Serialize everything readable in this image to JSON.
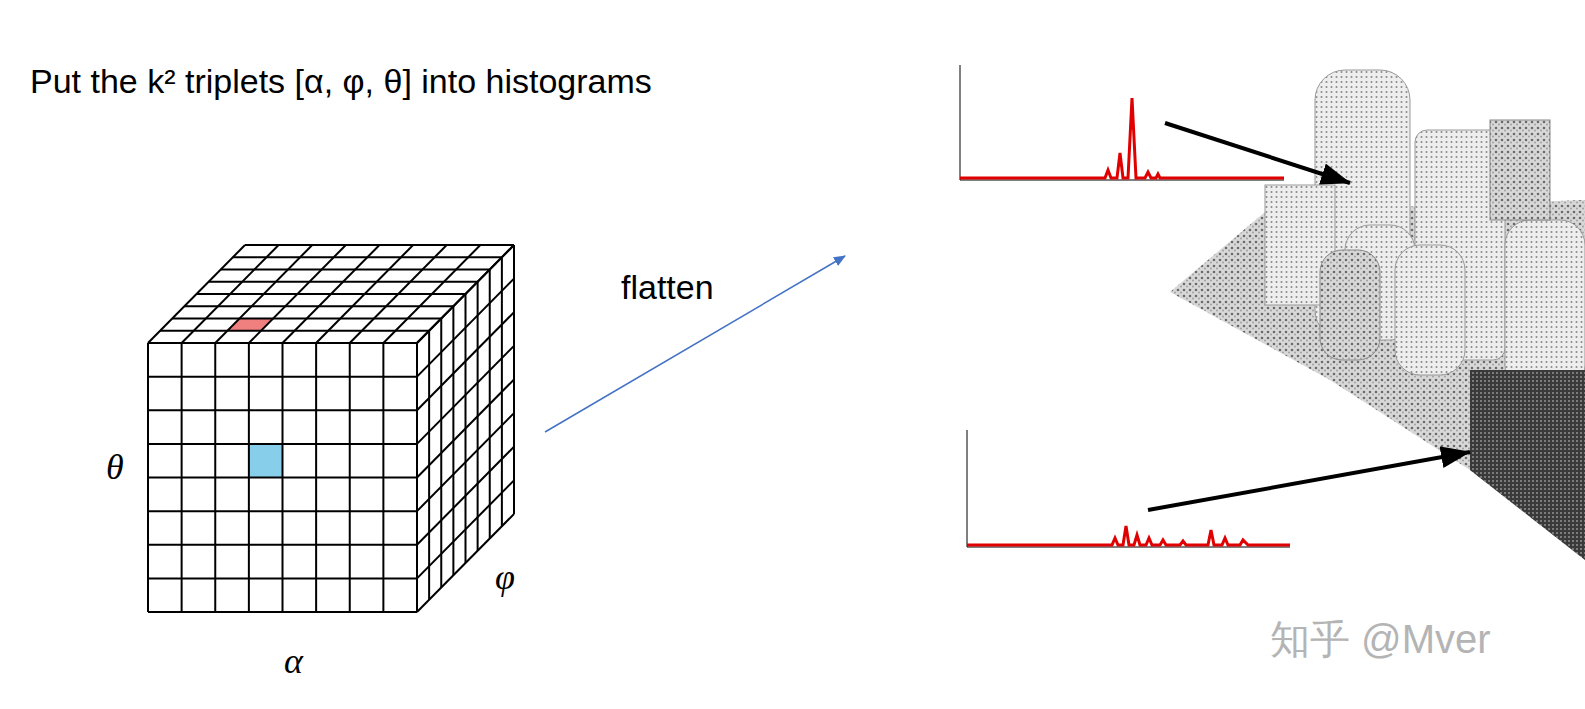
{
  "diagram": {
    "title": "Put the k² triplets [α, φ, θ] into histograms",
    "labels": [
      "flatten",
      "θ",
      "φ",
      "α",
      "知乎 @Mver"
    ]
  }
}
